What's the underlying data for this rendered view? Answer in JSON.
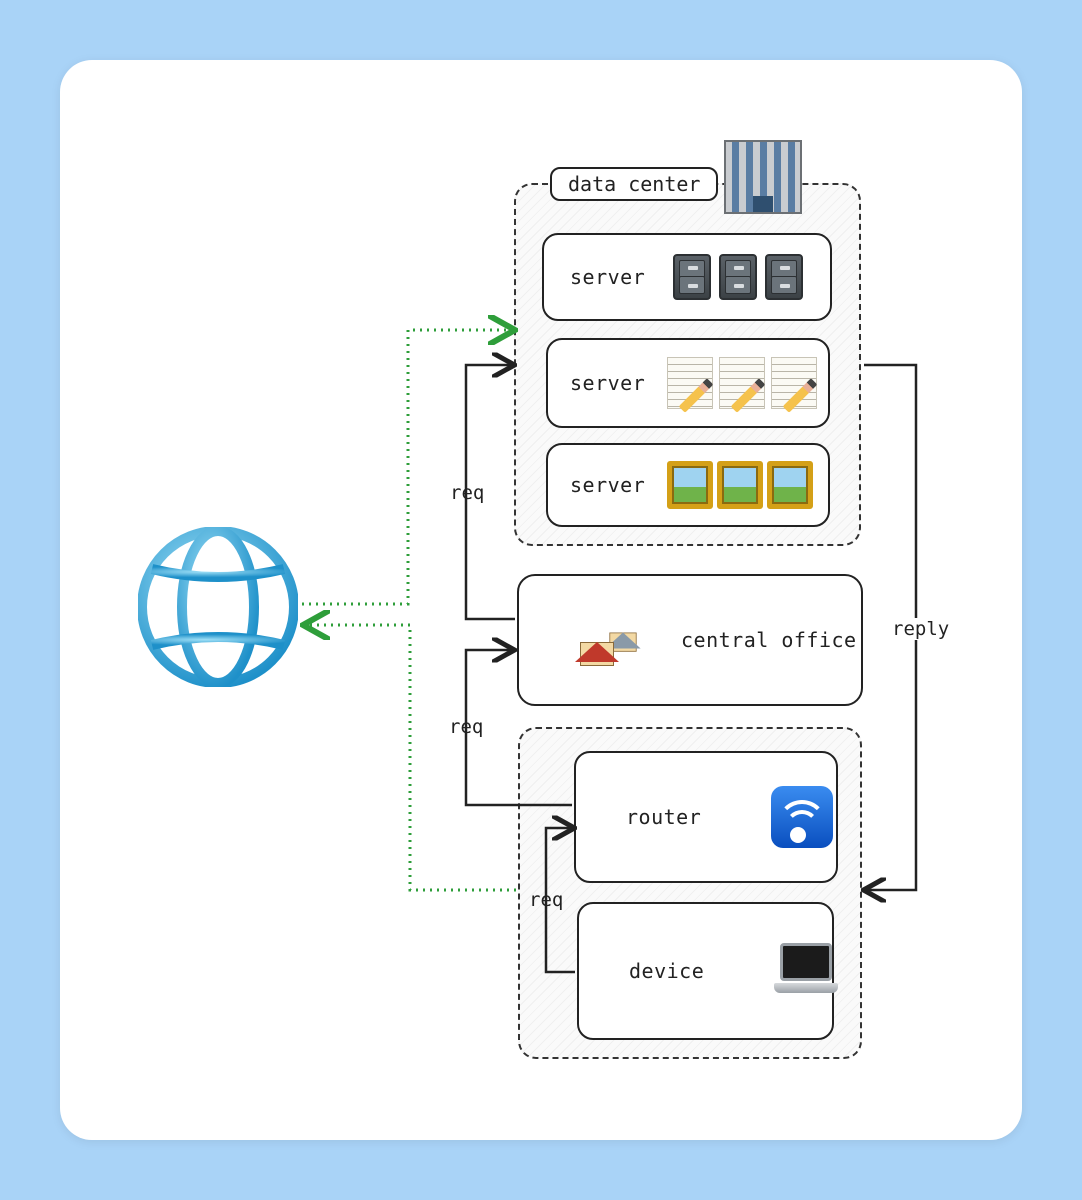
{
  "colors": {
    "background": "#a9d3f7",
    "card": "#ffffff",
    "internet_link": "#2e9e3a",
    "stroke": "#222222"
  },
  "data_center": {
    "label": "data center",
    "icon": "office-building-icon",
    "servers": [
      {
        "label": "server",
        "icon": "file-cabinet-icon",
        "count": 3
      },
      {
        "label": "server",
        "icon": "memo-icon",
        "count": 3
      },
      {
        "label": "server",
        "icon": "framed-picture-icon",
        "count": 3
      }
    ]
  },
  "central_office": {
    "label": "central office",
    "icon": "houses-icon"
  },
  "home_network": {
    "router": {
      "label": "router",
      "icon": "wifi-icon"
    },
    "device": {
      "label": "device",
      "icon": "laptop-icon"
    }
  },
  "internet": {
    "icon": "globe-icon"
  },
  "edges": {
    "req_device_router": "req",
    "req_router_office": "req",
    "req_office_datacenter": "req",
    "reply": "reply"
  }
}
